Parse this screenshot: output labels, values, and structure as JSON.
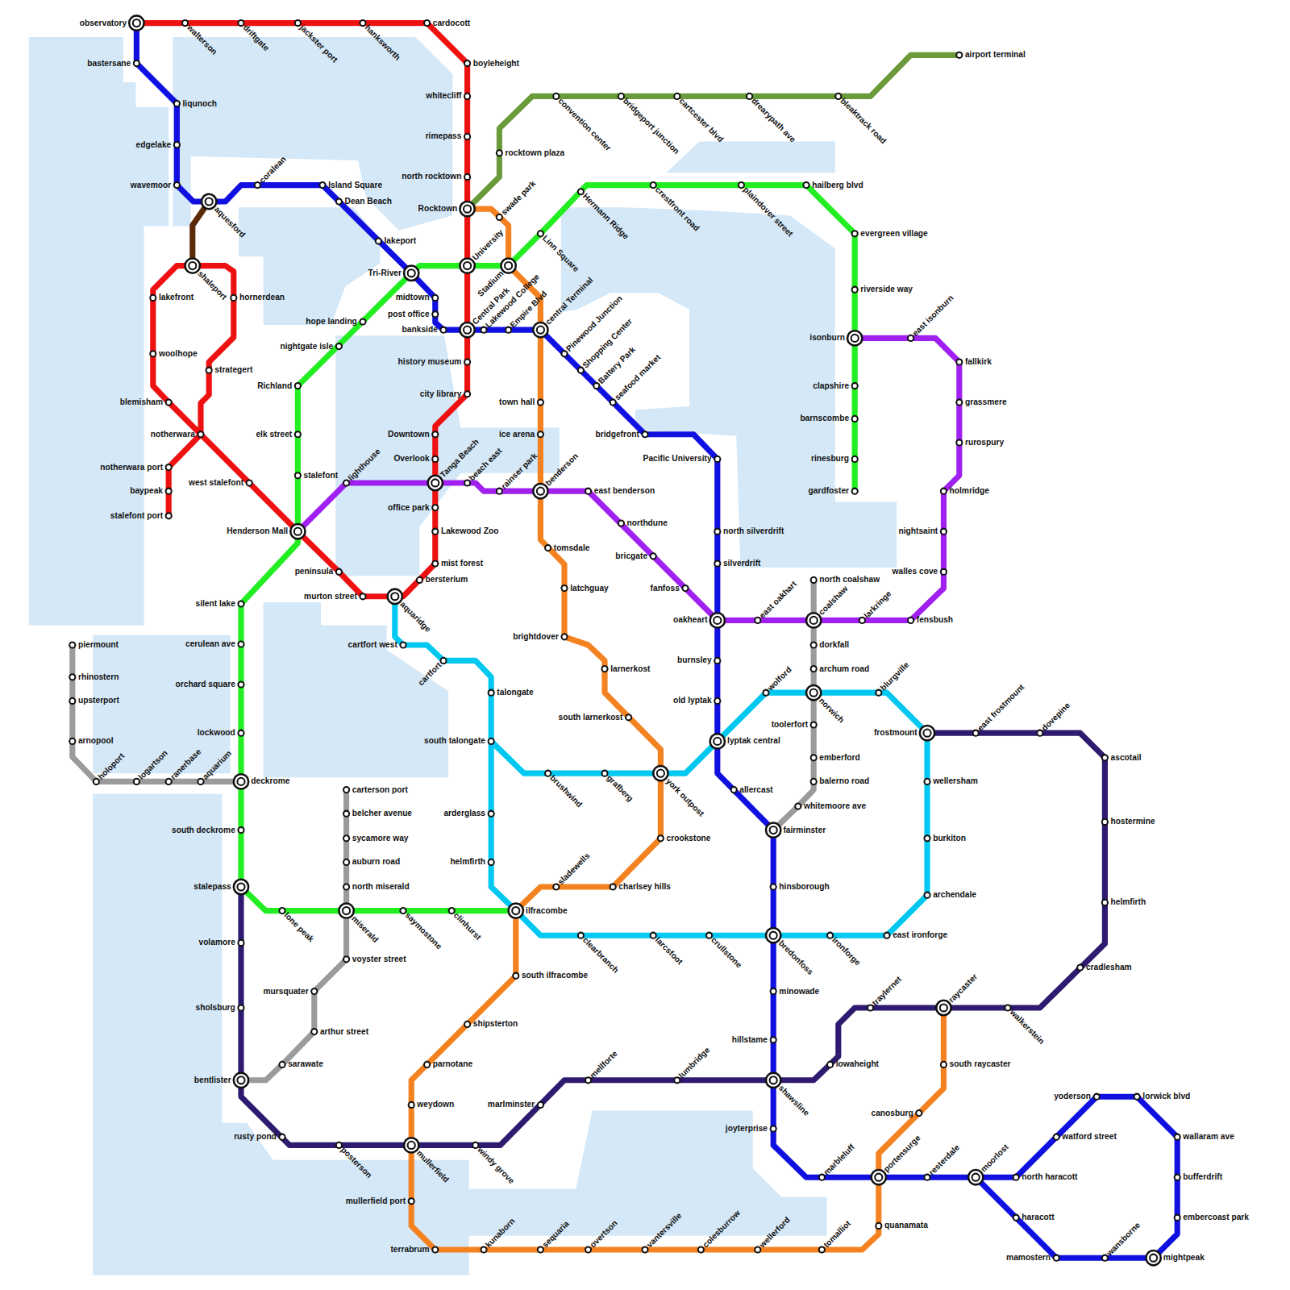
{
  "diagram": {
    "labels": [
      "observatory",
      "walterson",
      "driftgate",
      "jackster port",
      "hanksworth",
      "cardocott",
      "boyleheight",
      "whitecliff",
      "rimepass",
      "north rocktown",
      "Rocktown",
      "University",
      "Central Park",
      "history museum",
      "city library",
      "Downtown",
      "Overlook",
      "Tanga Beach",
      "office park",
      "Lakewood Zoo",
      "mist forest",
      "bersterium",
      "aquaridge",
      "murton street",
      "peninsula",
      "Henderson Mall",
      "west stalefont",
      "notherwara",
      "notherwara port",
      "baypeak",
      "stalefont port",
      "blemisham",
      "woolhope",
      "lakefront",
      "shaleport",
      "hornerdean",
      "strategert",
      "bastersane",
      "liqunoch",
      "edgelake",
      "wavemoor",
      "aquesford",
      "coralean",
      "Island Square",
      "Dean Beach",
      "lakeport",
      "Tri-River",
      "midtown",
      "post office",
      "bankside",
      "Lakewood College",
      "Empire Blvd",
      "central Terminal",
      "Pinewood Junction",
      "Shopping Center",
      "Battery Park",
      "seafood market",
      "bridgefront",
      "Pacific University",
      "north silverdrift",
      "silverdrift",
      "oakheart",
      "burnsley",
      "old lyptak",
      "lyptak central",
      "allercast",
      "fairminster",
      "hinsborough",
      "bredonfoss",
      "minowade",
      "hillstame",
      "shawsline",
      "joyterprise",
      "marbleluff",
      "portensurge",
      "resterdale",
      "moorlost",
      "north haracott",
      "watford street",
      "yoderson",
      "lorwick blvd",
      "wallaram ave",
      "bufferdrift",
      "embercoast park",
      "mightpeak",
      "wansborne",
      "mamostern",
      "haracott",
      "hailberg blvd",
      "plaindover street",
      "crestfront road",
      "Hermann Ridge",
      "Linn Square",
      "Stadium",
      "hope landing",
      "nightgate isle",
      "Richland",
      "elk street",
      "stalefont",
      "silent lake",
      "cerulean ave",
      "orchard square",
      "lockwood",
      "deckrome",
      "south deckrome",
      "stalepass",
      "lone peak",
      "miserald",
      "saymostone",
      "clinhurst",
      "ilfracombe",
      "evergreen village",
      "riverside way",
      "isonburn",
      "clapshire",
      "barnscombe",
      "rinesburg",
      "gardfoster",
      "rocktown plaza",
      "convention center",
      "bridgeport junction",
      "cartcester blvd",
      "drearypath ave",
      "bleaktrack road",
      "airport terminal",
      "swade park",
      "town hall",
      "ice arena",
      "benderson",
      "tomsdale",
      "latchguay",
      "brightdover",
      "larnerkost",
      "south larnerkost",
      "york outpost",
      "crookstone",
      "charlsey hills",
      "sladewells",
      "south ilfracombe",
      "shipsterton",
      "parnotane",
      "weydown",
      "mullerfield",
      "mullerfield port",
      "terrabrum",
      "kunaborn",
      "sequaria",
      "overtson",
      "vantersville",
      "colesburrow",
      "wellerford",
      "tomalliot",
      "quanamata",
      "canosburg",
      "south raycaster",
      "raycaster",
      "lighthouse",
      "beach east",
      "rainser park",
      "east benderson",
      "northdune",
      "bricgate",
      "fanfoss",
      "east oakhart",
      "coalshaw",
      "larkringe",
      "fensbush",
      "walles cove",
      "nightsaint",
      "holmridge",
      "rurospury",
      "grassmere",
      "fallkirk",
      "east isonburn",
      "cartfort west",
      "cartfort",
      "talongate",
      "south talongate",
      "brushwind",
      "grafberg",
      "wolford",
      "norwich",
      "blurgville",
      "frostmount",
      "wellersham",
      "burkiton",
      "archendale",
      "east ironforge",
      "ironforge",
      "crullstone",
      "larcsfoot",
      "clearbranch",
      "helmfirth",
      "arderglass",
      "piermount",
      "rhinostern",
      "upsterport",
      "arnopool",
      "holoport",
      "logartson",
      "ranerbase",
      "aquarium",
      "north coalshaw",
      "dorkfall",
      "archum road",
      "toolerfort",
      "emberford",
      "balerno road",
      "whitemoore ave",
      "carterson port",
      "belcher avenue",
      "sycamore way",
      "auburn road",
      "north miserald",
      "voyster street",
      "mursquater",
      "arthur street",
      "sarawate",
      "volamore",
      "sholsburg",
      "bentlister",
      "rusty pond",
      "posterson",
      "windy grove",
      "marlminster",
      "mellforte",
      "lumbridge",
      "lowaheight",
      "traylernet",
      "walkerstein",
      "cradlesham",
      "helmfirth",
      "hostermine",
      "ascotail",
      "dovepine",
      "east frostmount"
    ]
  }
}
